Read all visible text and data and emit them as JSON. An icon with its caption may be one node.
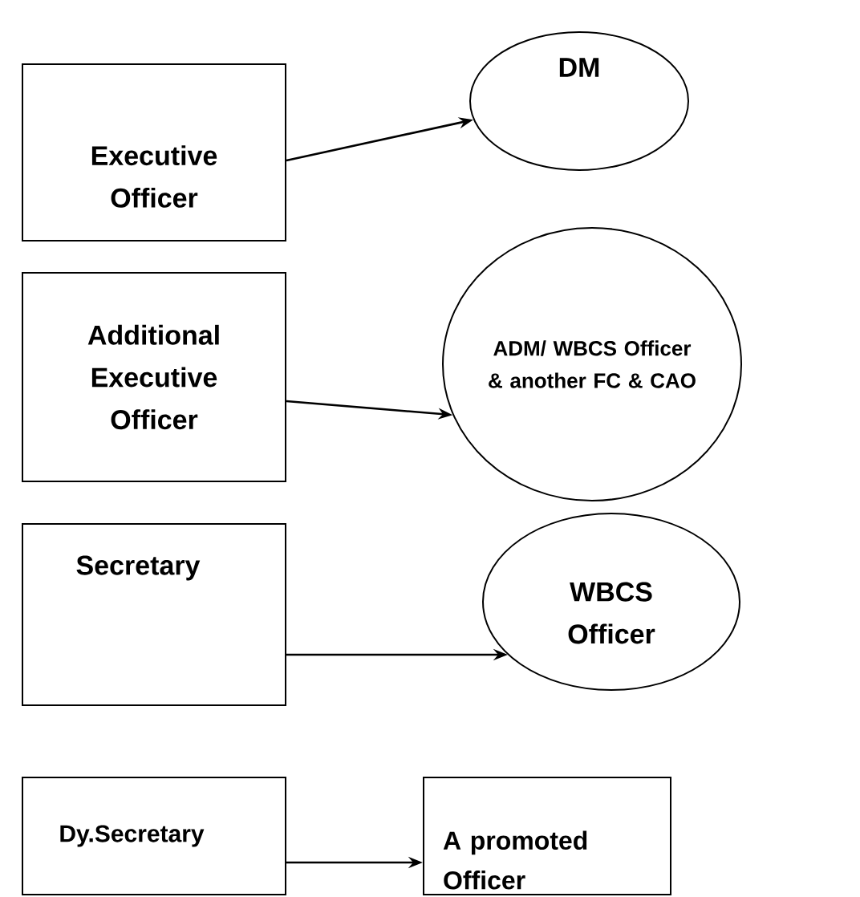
{
  "diagram": {
    "nodes": [
      {
        "text": [
          "Executive Officer"
        ]
      },
      {
        "text": [
          "DM"
        ]
      },
      {
        "text": [
          "Additional Executive Officer"
        ]
      },
      {
        "text": [
          "ADM/ WBCS Officer & another FC & CAO"
        ]
      },
      {
        "text": [
          "Secretary"
        ]
      },
      {
        "text": [
          "WBCS Officer"
        ]
      },
      {
        "text": [
          "Dy.Secretary"
        ]
      },
      {
        "text": [
          "A promoted Officer"
        ]
      }
    ],
    "edges": [
      {
        "from": 0,
        "to": 1,
        "arrow": "to"
      },
      {
        "from": 2,
        "to": 3,
        "arrow": "to"
      },
      {
        "from": 4,
        "to": 5,
        "arrow": "to"
      },
      {
        "from": 6,
        "to": 7,
        "arrow": "to"
      }
    ]
  }
}
